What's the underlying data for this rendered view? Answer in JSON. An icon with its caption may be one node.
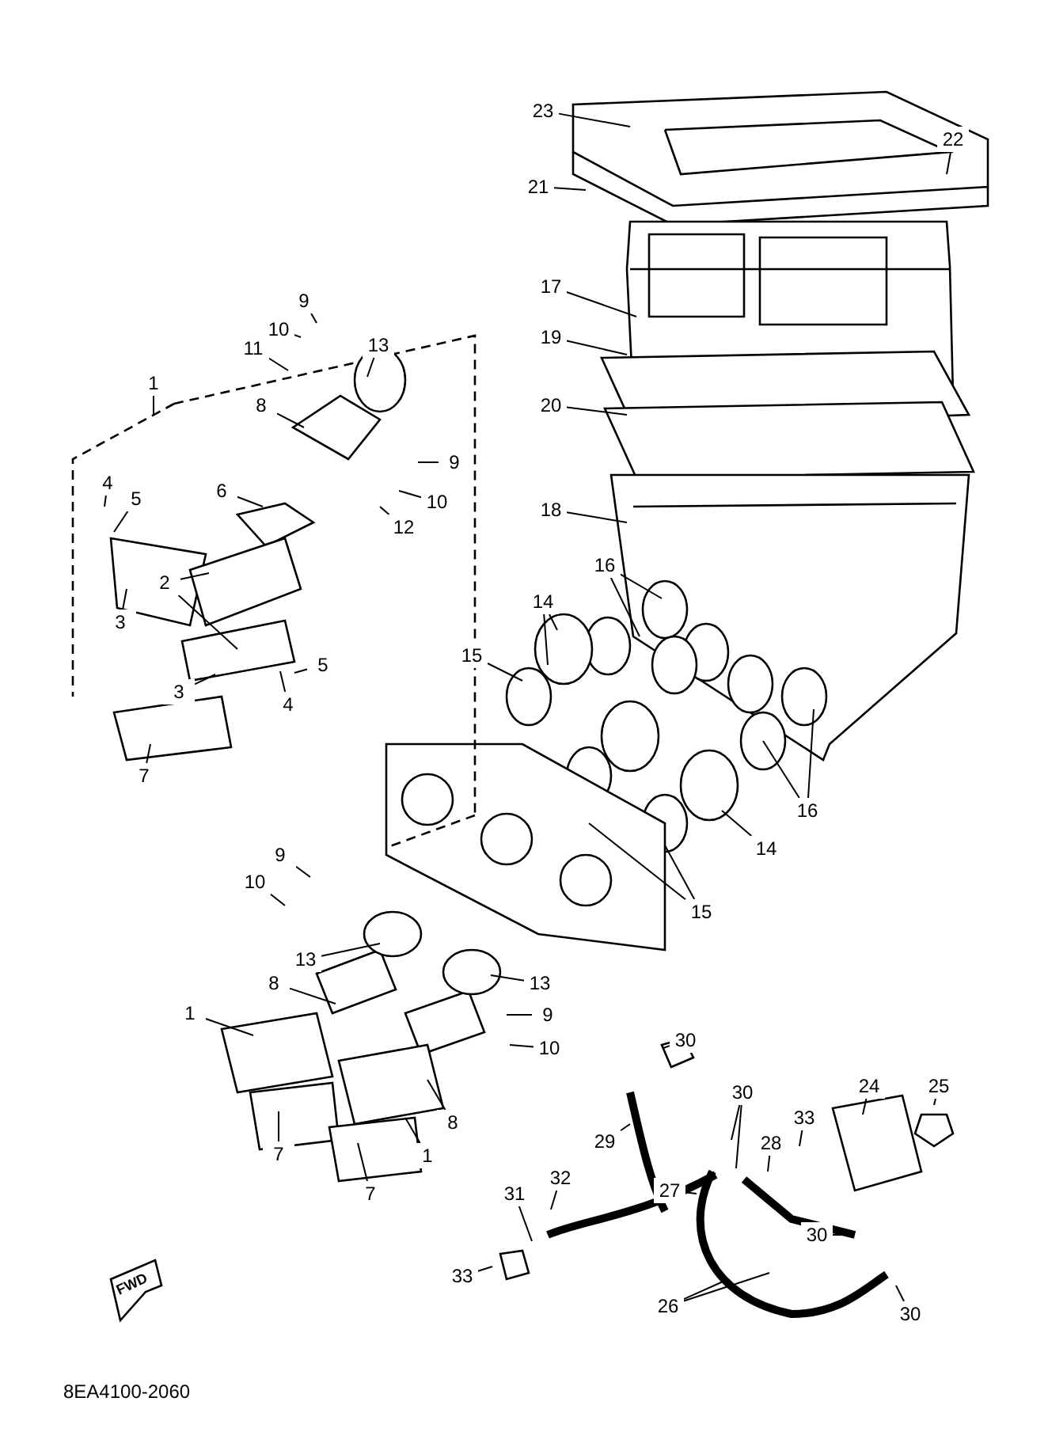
{
  "diagram": {
    "nodes": [
      {
        "text": [
          "23"
        ]
      },
      {
        "text": [
          "22"
        ]
      },
      {
        "text": [
          "21"
        ]
      },
      {
        "text": [
          "17"
        ]
      },
      {
        "text": [
          "9"
        ]
      },
      {
        "text": [
          "10"
        ]
      },
      {
        "text": [
          "19"
        ]
      },
      {
        "text": [
          "13"
        ]
      },
      {
        "text": [
          "11"
        ]
      },
      {
        "text": [
          "1"
        ]
      },
      {
        "text": [
          "20"
        ]
      },
      {
        "text": [
          "8"
        ]
      },
      {
        "text": [
          "9"
        ]
      },
      {
        "text": [
          "4"
        ]
      },
      {
        "text": [
          "6"
        ]
      },
      {
        "text": [
          "5"
        ]
      },
      {
        "text": [
          "10"
        ]
      },
      {
        "text": [
          "18"
        ]
      },
      {
        "text": [
          "12"
        ]
      },
      {
        "text": [
          "16"
        ]
      },
      {
        "text": [
          "2"
        ]
      },
      {
        "text": [
          "14"
        ]
      },
      {
        "text": [
          "3"
        ]
      },
      {
        "text": [
          "15"
        ]
      },
      {
        "text": [
          "5"
        ]
      },
      {
        "text": [
          "3"
        ]
      },
      {
        "text": [
          "4"
        ]
      },
      {
        "text": [
          "7"
        ]
      },
      {
        "text": [
          "16"
        ]
      },
      {
        "text": [
          "14"
        ]
      },
      {
        "text": [
          "9"
        ]
      },
      {
        "text": [
          "10"
        ]
      },
      {
        "text": [
          "15"
        ]
      },
      {
        "text": [
          "13"
        ]
      },
      {
        "text": [
          "8"
        ]
      },
      {
        "text": [
          "13"
        ]
      },
      {
        "text": [
          "1"
        ]
      },
      {
        "text": [
          "9"
        ]
      },
      {
        "text": [
          "30"
        ]
      },
      {
        "text": [
          "10"
        ]
      },
      {
        "text": [
          "24"
        ]
      },
      {
        "text": [
          "25"
        ]
      },
      {
        "text": [
          "30"
        ]
      },
      {
        "text": [
          "33"
        ]
      },
      {
        "text": [
          "8"
        ]
      },
      {
        "text": [
          "28"
        ]
      },
      {
        "text": [
          "29"
        ]
      },
      {
        "text": [
          "7"
        ]
      },
      {
        "text": [
          "1"
        ]
      },
      {
        "text": [
          "32"
        ]
      },
      {
        "text": [
          "27"
        ]
      },
      {
        "text": [
          "31"
        ]
      },
      {
        "text": [
          "7"
        ]
      },
      {
        "text": [
          "30"
        ]
      },
      {
        "text": [
          "33"
        ]
      },
      {
        "text": [
          "26"
        ]
      },
      {
        "text": [
          "30"
        ]
      }
    ],
    "edges": [
      {
        "from": 0,
        "to": null,
        "arrow": "none"
      },
      {
        "from": 1,
        "to": null,
        "arrow": "none"
      },
      {
        "from": 2,
        "to": null,
        "arrow": "none"
      },
      {
        "from": 3,
        "to": null,
        "arrow": "none"
      },
      {
        "from": 4,
        "to": null,
        "arrow": "none"
      },
      {
        "from": 5,
        "to": null,
        "arrow": "none"
      },
      {
        "from": 6,
        "to": null,
        "arrow": "none"
      },
      {
        "from": 7,
        "to": null,
        "arrow": "none"
      },
      {
        "from": 8,
        "to": null,
        "arrow": "none"
      },
      {
        "from": 9,
        "to": null,
        "arrow": "none"
      },
      {
        "from": 10,
        "to": null,
        "arrow": "none"
      },
      {
        "from": 11,
        "to": null,
        "arrow": "none"
      },
      {
        "from": 12,
        "to": null,
        "arrow": "none"
      },
      {
        "from": 13,
        "to": null,
        "arrow": "none"
      },
      {
        "from": 14,
        "to": null,
        "arrow": "none"
      },
      {
        "from": 15,
        "to": null,
        "arrow": "none"
      },
      {
        "from": 16,
        "to": null,
        "arrow": "none"
      },
      {
        "from": 17,
        "to": null,
        "arrow": "none"
      },
      {
        "from": 18,
        "to": null,
        "arrow": "none"
      },
      {
        "from": 19,
        "to": null,
        "arrow": "none"
      },
      {
        "from": 19,
        "to": null,
        "arrow": "none"
      },
      {
        "from": 20,
        "to": null,
        "arrow": "none"
      },
      {
        "from": 20,
        "to": null,
        "arrow": "none"
      },
      {
        "from": 21,
        "to": null,
        "arrow": "none"
      },
      {
        "from": 21,
        "to": null,
        "arrow": "none"
      },
      {
        "from": 22,
        "to": null,
        "arrow": "none"
      },
      {
        "from": 23,
        "to": null,
        "arrow": "none"
      },
      {
        "from": 24,
        "to": null,
        "arrow": "none"
      },
      {
        "from": 25,
        "to": null,
        "arrow": "none"
      },
      {
        "from": 26,
        "to": null,
        "arrow": "none"
      },
      {
        "from": 27,
        "to": null,
        "arrow": "none"
      },
      {
        "from": 28,
        "to": null,
        "arrow": "none"
      },
      {
        "from": 28,
        "to": null,
        "arrow": "none"
      },
      {
        "from": 29,
        "to": null,
        "arrow": "none"
      },
      {
        "from": 30,
        "to": null,
        "arrow": "none"
      },
      {
        "from": 31,
        "to": null,
        "arrow": "none"
      },
      {
        "from": 32,
        "to": null,
        "arrow": "none"
      },
      {
        "from": 32,
        "to": null,
        "arrow": "none"
      },
      {
        "from": 33,
        "to": null,
        "arrow": "none"
      },
      {
        "from": 34,
        "to": null,
        "arrow": "none"
      },
      {
        "from": 35,
        "to": null,
        "arrow": "none"
      },
      {
        "from": 36,
        "to": null,
        "arrow": "none"
      },
      {
        "from": 37,
        "to": null,
        "arrow": "none"
      },
      {
        "from": 38,
        "to": null,
        "arrow": "none"
      },
      {
        "from": 39,
        "to": null,
        "arrow": "none"
      },
      {
        "from": 40,
        "to": null,
        "arrow": "none"
      },
      {
        "from": 41,
        "to": null,
        "arrow": "none"
      },
      {
        "from": 42,
        "to": null,
        "arrow": "none"
      },
      {
        "from": 42,
        "to": null,
        "arrow": "none"
      },
      {
        "from": 43,
        "to": null,
        "arrow": "none"
      },
      {
        "from": 44,
        "to": null,
        "arrow": "none"
      },
      {
        "from": 45,
        "to": null,
        "arrow": "none"
      },
      {
        "from": 46,
        "to": null,
        "arrow": "none"
      },
      {
        "from": 47,
        "to": null,
        "arrow": "none"
      },
      {
        "from": 48,
        "to": null,
        "arrow": "none"
      },
      {
        "from": 49,
        "to": null,
        "arrow": "none"
      },
      {
        "from": 50,
        "to": null,
        "arrow": "none"
      },
      {
        "from": 51,
        "to": null,
        "arrow": "none"
      },
      {
        "from": 52,
        "to": null,
        "arrow": "none"
      },
      {
        "from": 53,
        "to": null,
        "arrow": "none"
      },
      {
        "from": 54,
        "to": null,
        "arrow": "none"
      },
      {
        "from": 55,
        "to": null,
        "arrow": "none"
      },
      {
        "from": 55,
        "to": null,
        "arrow": "none"
      },
      {
        "from": 56,
        "to": null,
        "arrow": "none"
      }
    ],
    "labels": [
      "FWD",
      "8EA4100-2060"
    ]
  }
}
